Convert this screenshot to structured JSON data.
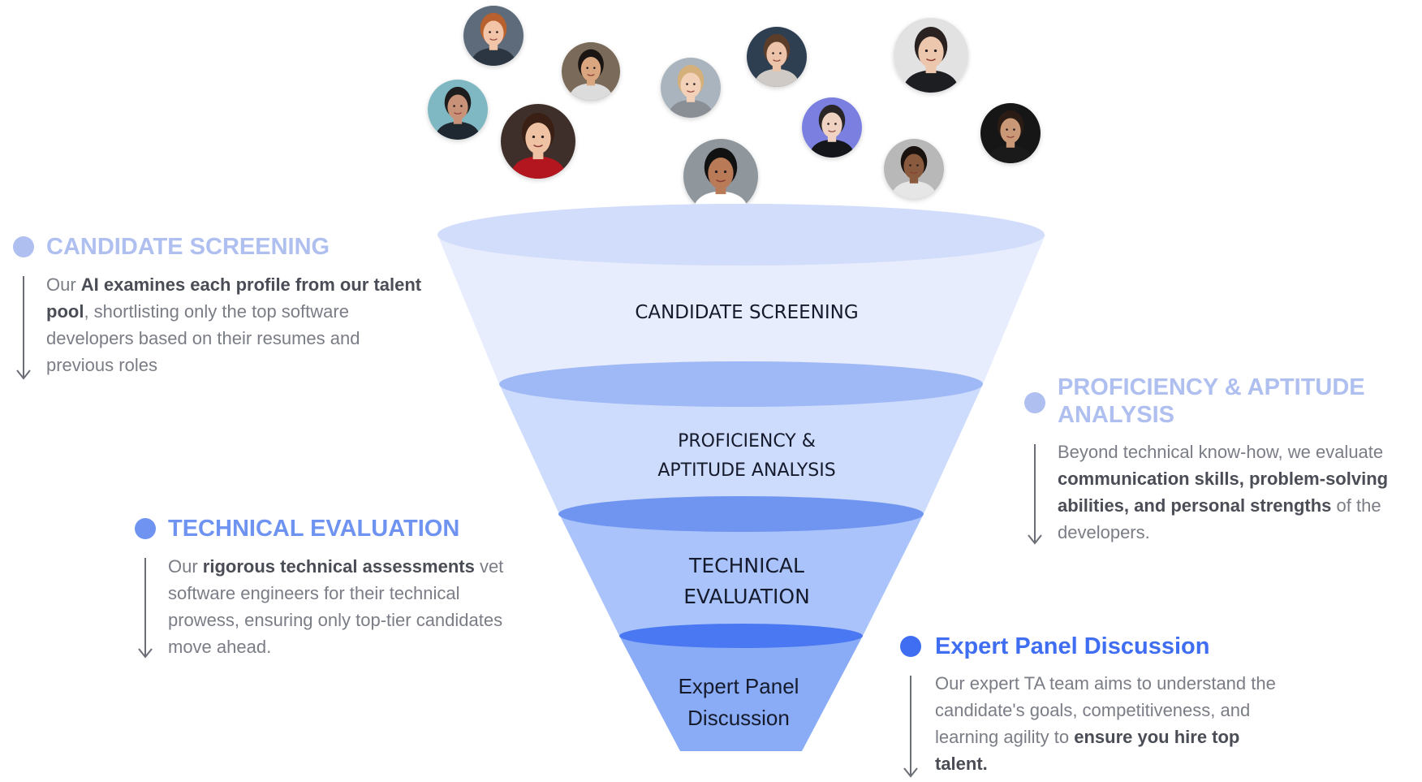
{
  "avatars": [
    {
      "name": "avatar-1",
      "skin": "#f2c4a8",
      "hair": "#b8602e",
      "bg": "#5d6b7a",
      "shirt": "#2b3642"
    },
    {
      "name": "avatar-2",
      "skin": "#d9a67f",
      "hair": "#1a1512",
      "bg": "#7a6a5a",
      "shirt": "#dcdcdc"
    },
    {
      "name": "avatar-3",
      "skin": "#c79277",
      "hair": "#1d1d1d",
      "bg": "#7fb7c2",
      "shirt": "#1f2730"
    },
    {
      "name": "avatar-4",
      "skin": "#eec2a3",
      "hair": "#3a1f14",
      "bg": "#3e2f2a",
      "shirt": "#b3161f"
    },
    {
      "name": "avatar-5",
      "skin": "#f3d1b8",
      "hair": "#d6b07a",
      "bg": "#a9b4be",
      "shirt": "#8a8f96"
    },
    {
      "name": "avatar-6",
      "skin": "#edc4a9",
      "hair": "#5c3d2a",
      "bg": "#2f3f52",
      "shirt": "#cfcac5"
    },
    {
      "name": "avatar-7",
      "skin": "#b97a57",
      "hair": "#111111",
      "bg": "#8f969c",
      "shirt": "#ffffff"
    },
    {
      "name": "avatar-8",
      "skin": "#efd2c2",
      "hair": "#2a2526",
      "bg": "#7b80e0",
      "shirt": "#15161b"
    },
    {
      "name": "avatar-9",
      "skin": "#ecc6ad",
      "hair": "#2a2220",
      "bg": "#e2e2e2",
      "shirt": "#1c1e22"
    },
    {
      "name": "avatar-10",
      "skin": "#8a5a3e",
      "hair": "#1a120e",
      "bg": "#b8b8b8",
      "shirt": "#e6e6e6"
    },
    {
      "name": "avatar-11",
      "skin": "#c99877",
      "hair": "#2a1c14",
      "bg": "#161616",
      "shirt": "#1a1a1a"
    }
  ],
  "funnel": {
    "stage1": "CANDIDATE SCREENING",
    "stage2_line1": "PROFICIENCY &",
    "stage2_line2": "APTITUDE ANALYSIS",
    "stage3_line1": "TECHNICAL",
    "stage3_line2": "EVALUATION",
    "stage4_line1": "Expert Panel",
    "stage4_line2": "Discussion",
    "colors": [
      "#e7edfd",
      "#cddbfc",
      "#aac3fa",
      "#8aacf6"
    ]
  },
  "steps": {
    "screening": {
      "title": "CANDIDATE SCREENING",
      "color": "#aebff0",
      "body": {
        "t1": "Our ",
        "b1": "AI examines each profile from our talent pool",
        "t2": ", shortlisting only the top software developers based on their resumes and previous roles"
      }
    },
    "proficiency": {
      "title_line1": "PROFICIENCY & APTITUDE",
      "title_line2": "ANALYSIS",
      "color": "#aebff0",
      "body": {
        "t1": "Beyond technical know-how, we evaluate ",
        "b1": "communication skills, problem-solving abilities, and personal strengths",
        "t2": " of the developers."
      }
    },
    "technical": {
      "title": "TECHNICAL EVALUATION",
      "color": "#6f93f0",
      "body": {
        "t1": "Our ",
        "b1": "rigorous technical assessments",
        "t2": " vet software engineers for their technical prowess, ensuring only top-tier candidates move ahead."
      }
    },
    "expert": {
      "title": "Expert Panel Discussion",
      "color": "#3f6ef2",
      "body": {
        "t1": "Our expert TA team aims to understand the candidate's goals, competitiveness, and learning agility to ",
        "b1": "ensure you hire top talent."
      }
    }
  }
}
